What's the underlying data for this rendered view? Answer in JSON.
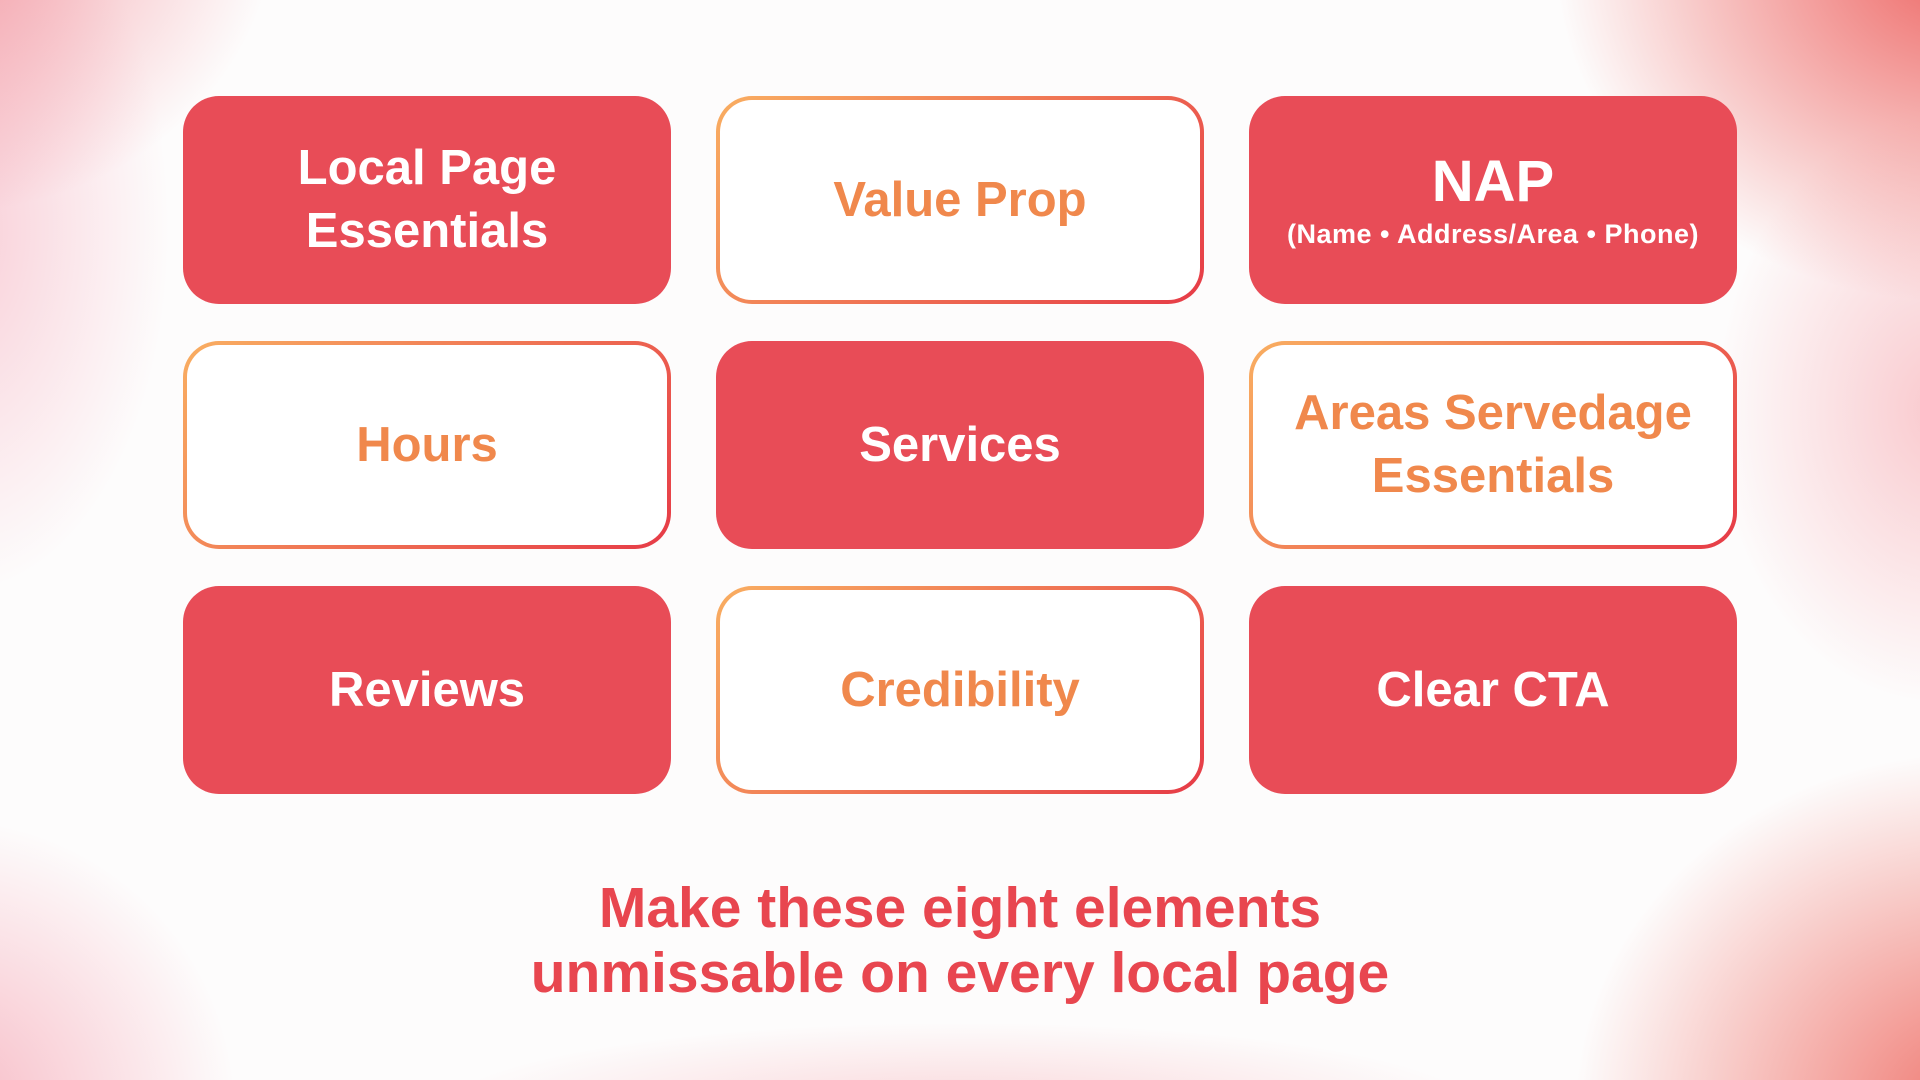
{
  "cards": [
    {
      "label": "Local Page Essentials",
      "variant": "filled"
    },
    {
      "label": "Value Prop",
      "variant": "outline"
    },
    {
      "label": "NAP",
      "sublabel": "(Name • Address/Area • Phone)",
      "variant": "filled"
    },
    {
      "label": "Hours",
      "variant": "outline"
    },
    {
      "label": "Services",
      "variant": "filled"
    },
    {
      "label": "Areas Servedage Essentials",
      "variant": "outline"
    },
    {
      "label": "Reviews",
      "variant": "filled"
    },
    {
      "label": "Credibility",
      "variant": "outline"
    },
    {
      "label": "Clear CTA",
      "variant": "filled"
    }
  ],
  "caption": {
    "line1": "Make these eight elements",
    "line2": "unmissable on every local page"
  },
  "colors": {
    "card_fill_red": "#E84C57",
    "outline_gradient_start": "#F9AE61",
    "outline_gradient_end": "#E63B47",
    "outline_text_orange": "#F0884C",
    "caption_red": "#E8464F",
    "filled_text": "#FFFFFF"
  }
}
